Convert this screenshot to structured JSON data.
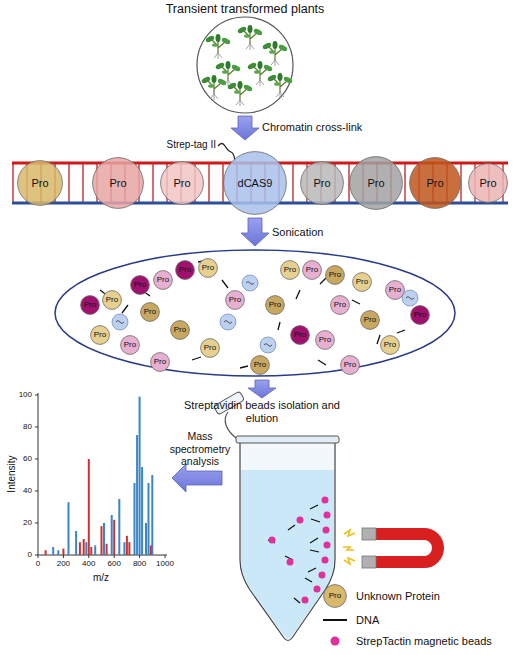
{
  "diagram": {
    "nodes": [
      {
        "text": [
          "Pro"
        ]
      },
      {
        "text": [
          "Pro"
        ]
      },
      {
        "text": [
          "Pro"
        ]
      },
      {
        "text": [
          "dCAS9"
        ]
      },
      {
        "text": [
          "Pro"
        ]
      },
      {
        "text": [
          "Pro"
        ]
      },
      {
        "text": [
          "Pro"
        ]
      },
      {
        "text": [
          "Pro"
        ]
      },
      {
        "text": [
          "Pro"
        ]
      },
      {
        "text": [
          "Pro"
        ]
      },
      {
        "text": [
          "Pro"
        ]
      },
      {
        "text": [
          "Pro"
        ]
      },
      {
        "text": [
          "Pro"
        ]
      },
      {
        "text": [
          "Pro"
        ]
      },
      {
        "text": [
          "Pro"
        ]
      },
      {
        "text": [
          "Pro"
        ]
      },
      {
        "text": [
          "Pro"
        ]
      },
      {
        "text": [
          "Pro"
        ]
      },
      {
        "text": [
          "Pro"
        ]
      },
      {
        "text": [
          "Pro"
        ]
      },
      {
        "text": [
          "Pro"
        ]
      },
      {
        "text": [
          "Pro"
        ]
      },
      {
        "text": [
          "Pro"
        ]
      },
      {
        "text": [
          "Pro"
        ]
      },
      {
        "text": [
          "Pro"
        ]
      },
      {
        "text": [
          "Pro"
        ]
      },
      {
        "text": [
          "Pro"
        ]
      },
      {
        "text": [
          "Pro"
        ]
      },
      {
        "text": [
          "Pro"
        ]
      },
      {
        "text": [
          "Pro"
        ]
      },
      {
        "text": [
          "Pro"
        ]
      },
      {
        "text": [
          "Pro"
        ]
      },
      {
        "text": [
          "Pro"
        ]
      },
      {
        "text": [
          "Pro"
        ]
      },
      {
        "text": [
          "Pro"
        ]
      },
      {
        "text": [
          "Pro"
        ]
      }
    ],
    "labels": [
      "Transient transformed plants",
      "Chromatin cross-link",
      "Strep-tag II",
      "Sonication",
      "Streptavidin beads isolation and elution",
      "Mass spectrometry analysis",
      "Intensity",
      "m/z",
      "100",
      "80",
      "60",
      "40",
      "20",
      "0",
      "0",
      "200",
      "400",
      "600",
      "800",
      "1000"
    ],
    "legend": [
      {
        "text": "Unknown Protein"
      },
      {
        "text": "DNA"
      },
      {
        "text": "StrepTactin magnetic beads",
        "color": "#e0309a"
      }
    ]
  }
}
